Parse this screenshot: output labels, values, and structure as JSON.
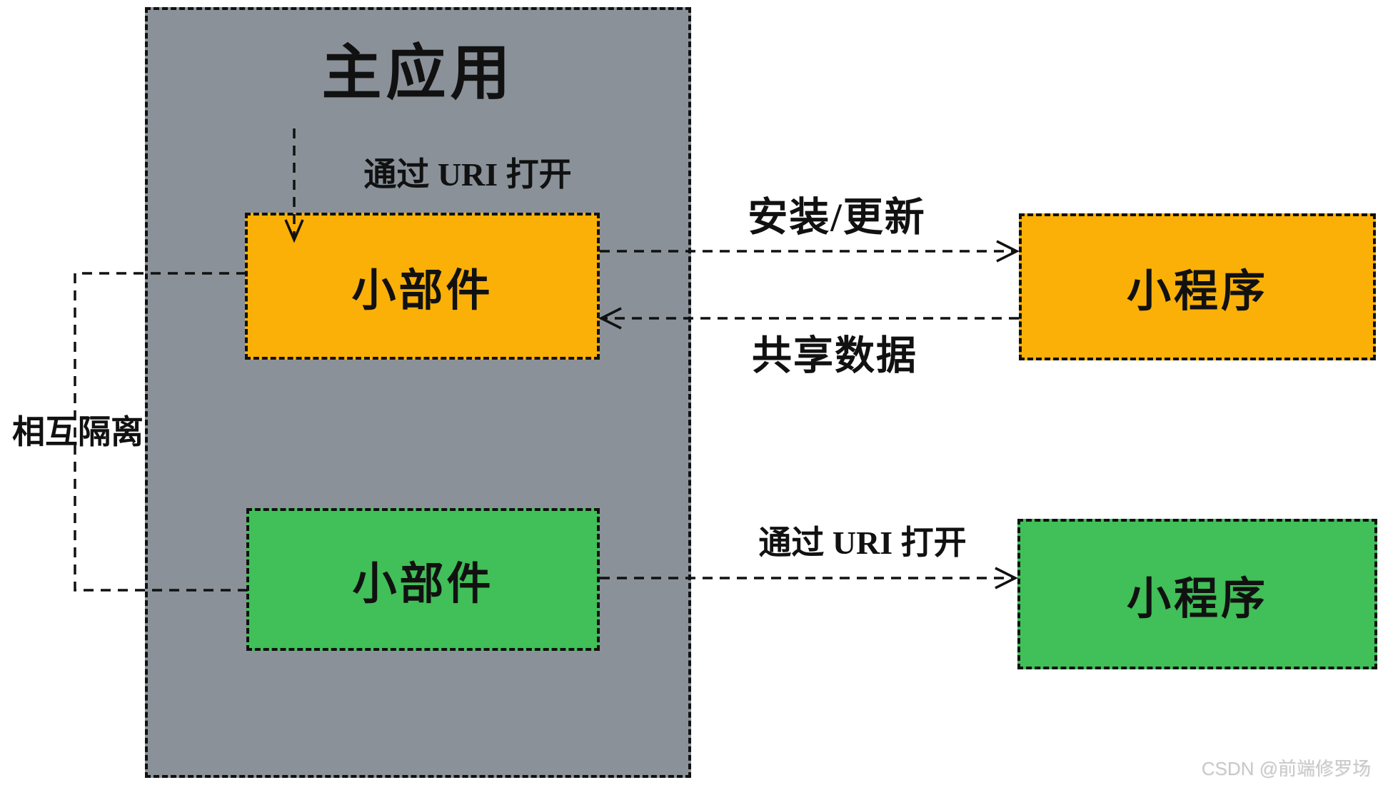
{
  "diagram": {
    "main_app": {
      "title": "主应用",
      "fill": "#8a9199"
    },
    "nodes": {
      "widget_orange": {
        "label": "小部件",
        "fill": "#fab007"
      },
      "widget_green": {
        "label": "小部件",
        "fill": "#41bf58"
      },
      "miniprogram_orange": {
        "label": "小程序",
        "fill": "#fab007"
      },
      "miniprogram_green": {
        "label": "小程序",
        "fill": "#41bf58"
      }
    },
    "labels": {
      "open_via_uri_top": "通过 URI 打开",
      "install_update": "安装/更新",
      "share_data": "共享数据",
      "open_via_uri_bottom": "通过 URI 打开",
      "isolation": "相互隔离"
    },
    "colors": {
      "line": "#111111",
      "watermark_text": "#c9c9c9"
    },
    "watermark": "CSDN @前端修罗场"
  }
}
